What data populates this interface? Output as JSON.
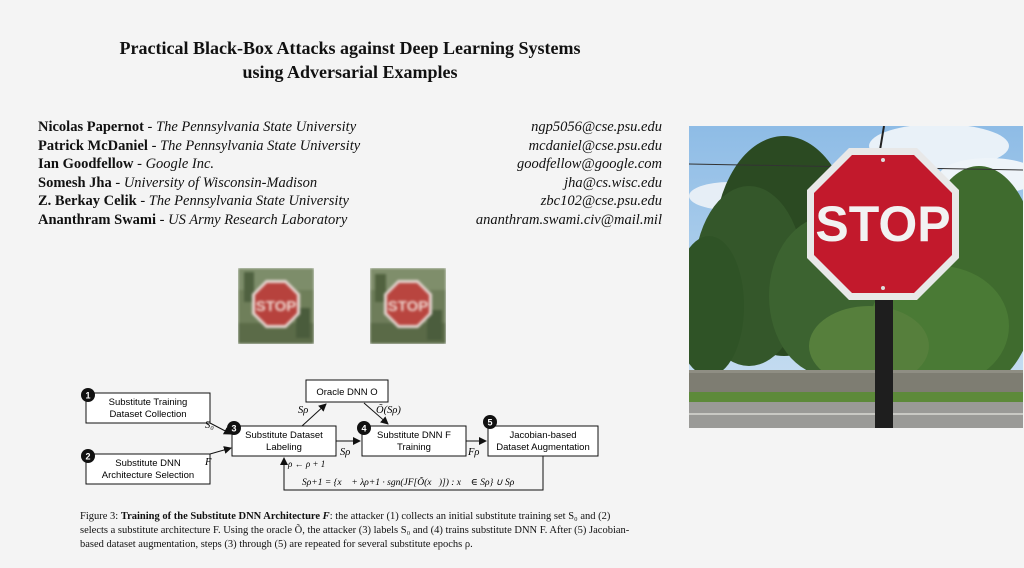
{
  "title": {
    "line1": "Practical Black-Box Attacks against Deep Learning Systems",
    "line2": "using Adversarial Examples"
  },
  "authors": [
    {
      "name": "Nicolas Papernot",
      "affiliation": "The Pennsylvania State University",
      "email": "ngp5056@cse.psu.edu"
    },
    {
      "name": "Patrick McDaniel",
      "affiliation": "The Pennsylvania State University",
      "email": "mcdaniel@cse.psu.edu"
    },
    {
      "name": "Ian Goodfellow",
      "affiliation": "Google Inc.",
      "email": "goodfellow@google.com"
    },
    {
      "name": "Somesh Jha",
      "affiliation": "University of Wisconsin-Madison",
      "email": "jha@cs.wisc.edu"
    },
    {
      "name": "Z. Berkay Celik",
      "affiliation": "The Pennsylvania State University",
      "email": "zbc102@cse.psu.edu"
    },
    {
      "name": "Ananthram Swami",
      "affiliation": "US Army Research Laboratory",
      "email": "ananthram.swami.civ@mail.mil"
    }
  ],
  "thumbnails": {
    "left_sign_text": "STOP",
    "right_sign_text": "STOP"
  },
  "photo": {
    "sign_text": "STOP"
  },
  "diagram": {
    "box1": {
      "num": "1",
      "line1": "Substitute Training",
      "line2": "Dataset Collection"
    },
    "box2": {
      "num": "2",
      "line1": "Substitute DNN",
      "line2": "Architecture Selection"
    },
    "box3": {
      "num": "3",
      "line1": "Substitute Dataset",
      "line2": "Labeling"
    },
    "box4": {
      "num": "4",
      "line1": "Substitute DNN F",
      "line2": "Training"
    },
    "box5": {
      "num": "5",
      "line1": "Jacobian-based",
      "line2": "Dataset Augmentation"
    },
    "oracle": "Oracle DNN O",
    "label_s0": "S₀",
    "label_f": "F",
    "label_sp_up": "Sρ",
    "label_oracle_out": "Õ(Sρ)",
    "label_sp_right": "Sρ",
    "label_fp": "Fρ",
    "label_rho": "ρ ← ρ + 1",
    "update_formula": "Sρ+1 = {x⃗ + λρ+1 · sgn(JF[Õ(x⃗)]) : x⃗ ∈ Sρ} ∪ Sρ"
  },
  "caption": {
    "prefix": "Figure 3: ",
    "bold": "Training of the Substitute DNN Architecture ",
    "bold_var": "F",
    "rest": ": the attacker (1) collects an initial substitute training set S₀ and (2) selects a substitute architecture F. Using the oracle Õ, the attacker (3) labels S₀ and (4) trains substitute DNN F. After (5) Jacobian-based dataset augmentation, steps (3) through (5) are repeated for several substitute epochs ρ."
  }
}
